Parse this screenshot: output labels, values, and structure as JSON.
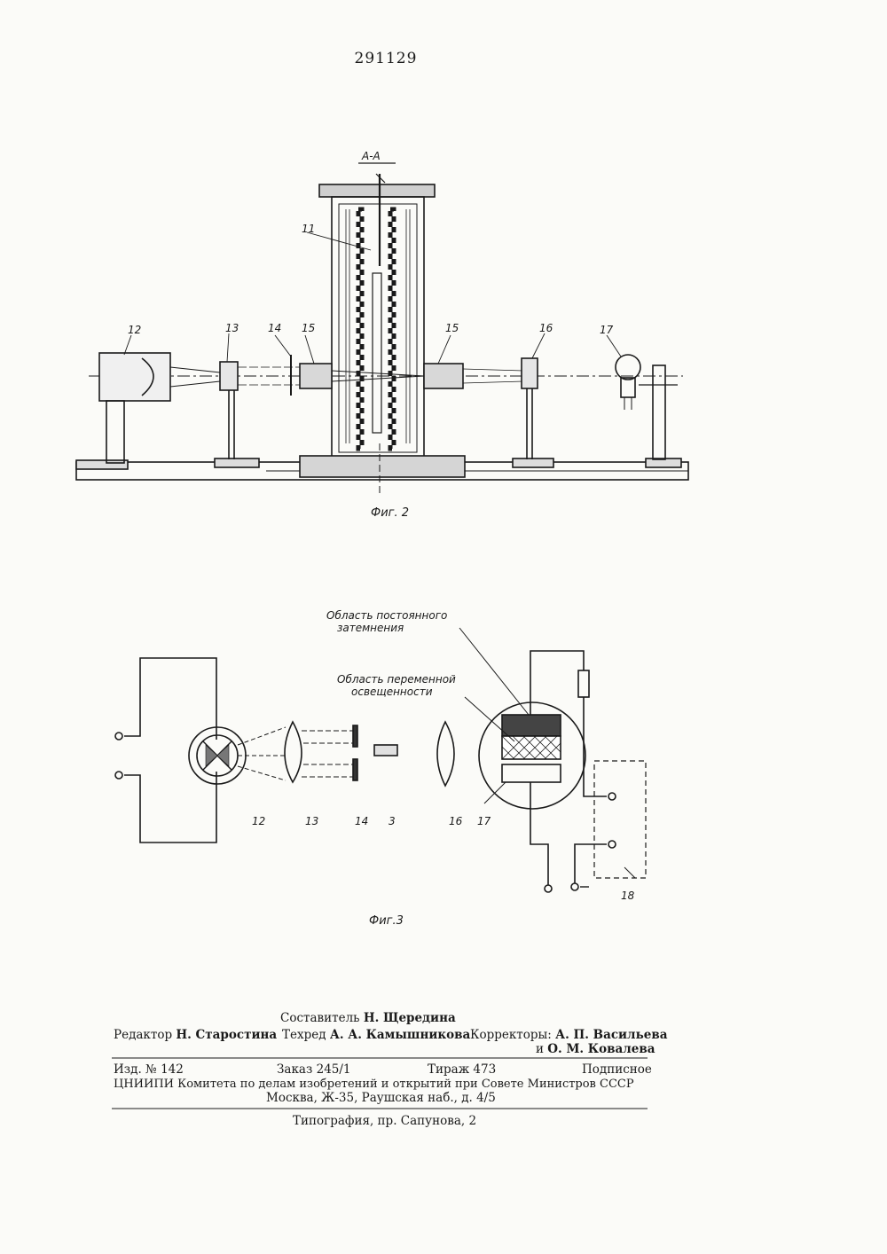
{
  "patent_number": "291129",
  "fig2": {
    "section": "А-А",
    "caption": "Фиг. 2",
    "labels": {
      "l11": "11",
      "l12": "12",
      "l13": "13",
      "l14": "14",
      "l15a": "15",
      "l15b": "15",
      "l16": "16",
      "l17": "17"
    }
  },
  "fig3": {
    "caption": "Фиг.3",
    "note_const_line1": "Область постоянного",
    "note_const_line2": "затемнения",
    "note_var_line1": "Область переменной",
    "note_var_line2": "освещенности",
    "labels": {
      "l12": "12",
      "l13": "13",
      "l14": "14",
      "l3": "3",
      "l16": "16",
      "l17": "17",
      "l18": "18"
    }
  },
  "footer": {
    "compiler_label": "Составитель",
    "compiler_name": "Н. Щередина",
    "editor_label": "Редактор",
    "editor_name": "Н. Старостина",
    "techred_label": "Техред",
    "techred_name": "А. А. Камышникова",
    "correctors_label": "Корректоры:",
    "corrector1": "А. П. Васильева",
    "corrector2_prefix": "и",
    "corrector2": "О. М. Ковалева",
    "izd": "Изд. № 142",
    "order": "Заказ 245/1",
    "tirazh": "Тираж 473",
    "subscription": "Подписное",
    "org_line": "ЦНИИПИ Комитета по делам изобретений и открытий при Совете Министров СССР",
    "address": "Москва, Ж-35, Раушская наб., д. 4/5",
    "printing": "Типография, пр. Сапунова, 2"
  }
}
